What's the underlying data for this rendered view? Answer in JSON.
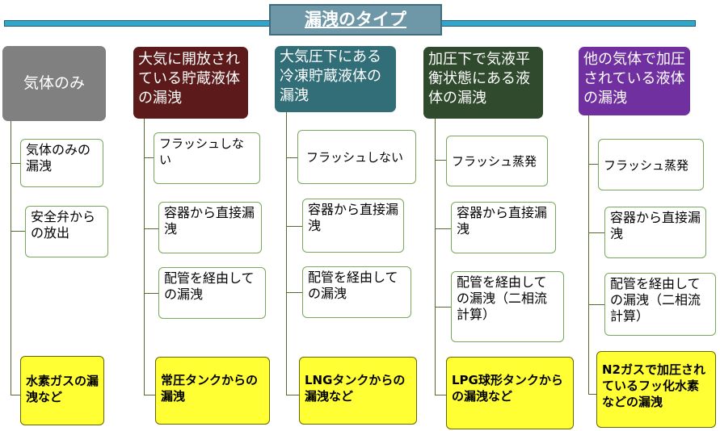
{
  "title": "漏洩のタイプ",
  "colors": {
    "bar": "#31a6c9",
    "title_bg": "#6e97a8",
    "example_bg": "#ffff33"
  },
  "columns": [
    {
      "header": "気体のみ",
      "color": "#808080",
      "items": [
        "気体のみの漏洩",
        "安全弁からの放出"
      ],
      "example": "水素ガスの漏洩など"
    },
    {
      "header": "大気に開放されている貯蔵液体の漏洩",
      "color": "#5c1a1a",
      "items": [
        "フラッシュしない",
        "容器から直接漏洩",
        "配管を経由しての漏洩"
      ],
      "example": "常圧タンクからの漏洩"
    },
    {
      "header": "大気圧下にある冷凍貯蔵液体の漏洩",
      "color": "#326e78",
      "items": [
        "フラッシュしない",
        "容器から直接漏洩",
        "配管を経由しての漏洩"
      ],
      "example": "LNGタンクからの漏洩など"
    },
    {
      "header": "加圧下で気液平衡状態にある液体の漏洩",
      "color": "#2f4a2c",
      "items": [
        "フラッシュ蒸発",
        "容器から直接漏洩",
        "配管を経由しての漏洩（二相流計算）"
      ],
      "example": "LPG球形タンクからの漏洩など"
    },
    {
      "header": "他の気体で加圧されている液体の漏洩",
      "color": "#7030a0",
      "items": [
        "フラッシュ蒸発",
        "容器から直接漏洩",
        "配管を経由しての漏洩（二相流計算）"
      ],
      "example": "N2ガスで加圧されているフッ化水素などの漏洩"
    }
  ]
}
